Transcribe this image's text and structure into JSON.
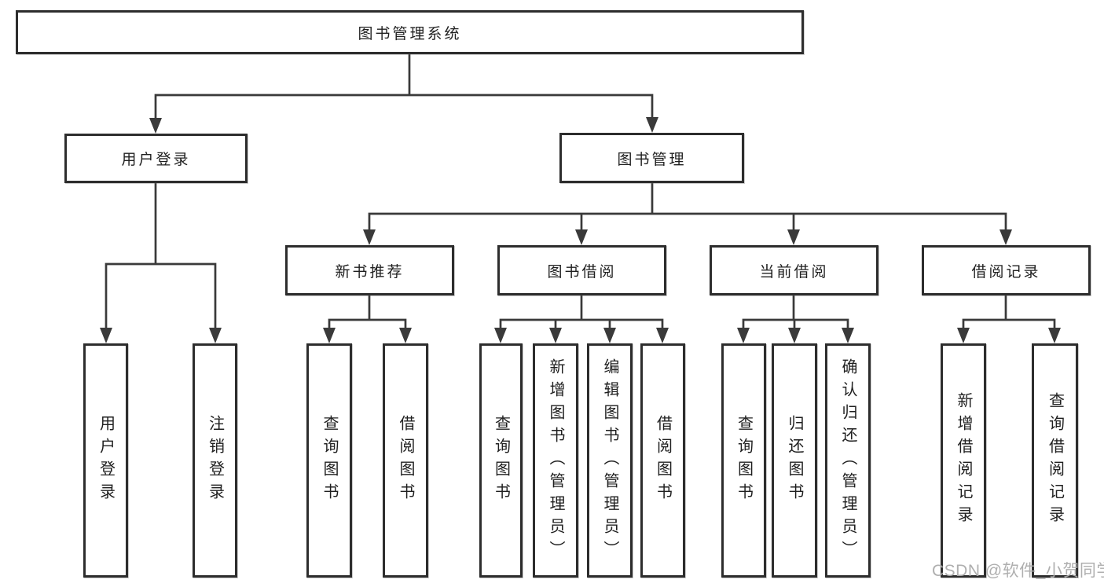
{
  "tree": {
    "root": {
      "label": "图书管理系统"
    },
    "user_login": {
      "label": "用户登录",
      "children": [
        "用户登录",
        "注销登录"
      ]
    },
    "book_mgmt": {
      "label": "图书管理"
    },
    "new_book": {
      "label": "新书推荐",
      "children": [
        "查询图书",
        "借阅图书"
      ]
    },
    "book_borrow": {
      "label": "图书借阅",
      "children": [
        "查询图书",
        "新增图书（管理员）",
        "编辑图书（管理员）",
        "借阅图书"
      ]
    },
    "current_borrow": {
      "label": "当前借阅",
      "children": [
        "查询图书",
        "归还图书",
        "确认归还（管理员）"
      ]
    },
    "borrow_records": {
      "label": "借阅记录",
      "children": [
        "新增借阅记录",
        "查询借阅记录"
      ]
    }
  },
  "watermark": "CSDN @软件_小贺同学",
  "colors": {
    "line": "#3a3a3a",
    "box_border": "#2d2d2d",
    "box_fill": "#ffffff",
    "text": "#1f1f1f",
    "watermark": "#ababab",
    "background": "#ffffff"
  }
}
